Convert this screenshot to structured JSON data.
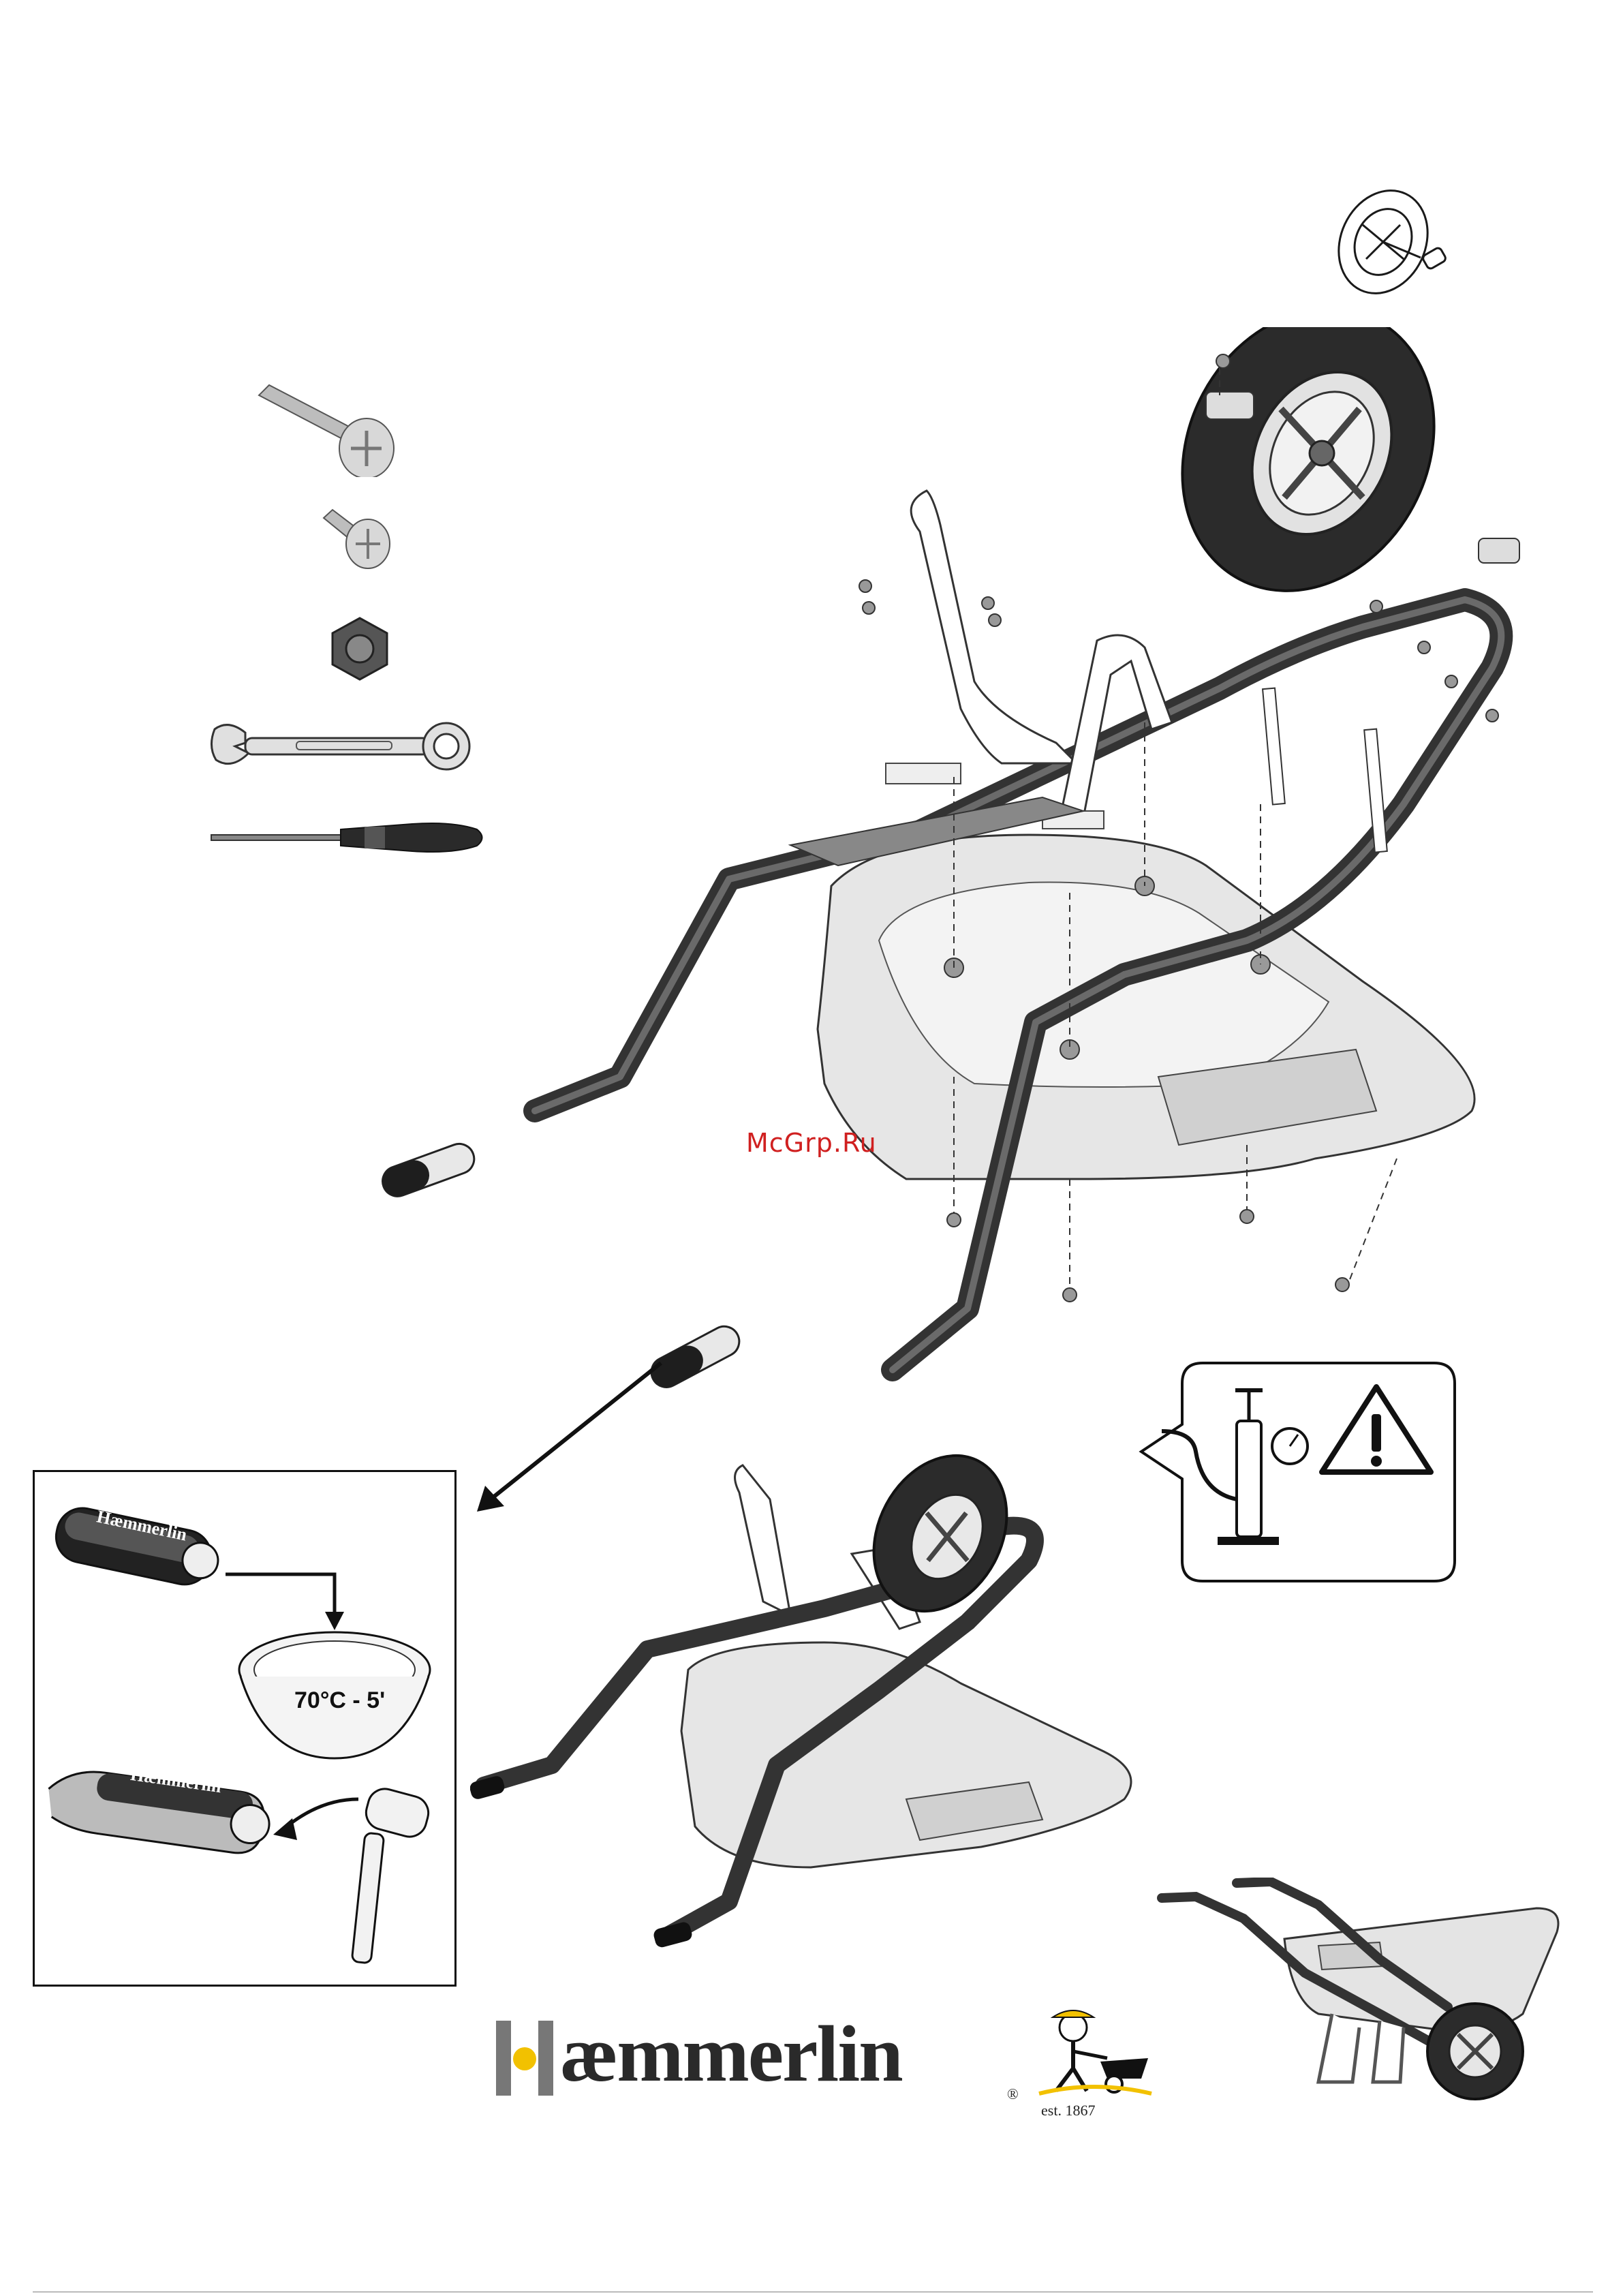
{
  "watermark": "McGrp.Ru",
  "inset": {
    "temperature_label": "70°C - 5'",
    "grip_brand": "Hæmmerlin"
  },
  "brand": {
    "name": "æmmerlin",
    "registered": "®",
    "established": "est. 1867"
  },
  "colors": {
    "tube": "#333333",
    "tray": "#e6e6e6",
    "warning": "#111111",
    "watermark": "#d02020"
  },
  "icons": [
    "wheel-assembly-icon",
    "carriage-bolt-icon",
    "short-bolt-icon",
    "nut-icon",
    "wrench-icon",
    "screwdriver-icon",
    "warning-icon",
    "pump-icon",
    "pressure-gauge-icon",
    "hammer-icon"
  ]
}
